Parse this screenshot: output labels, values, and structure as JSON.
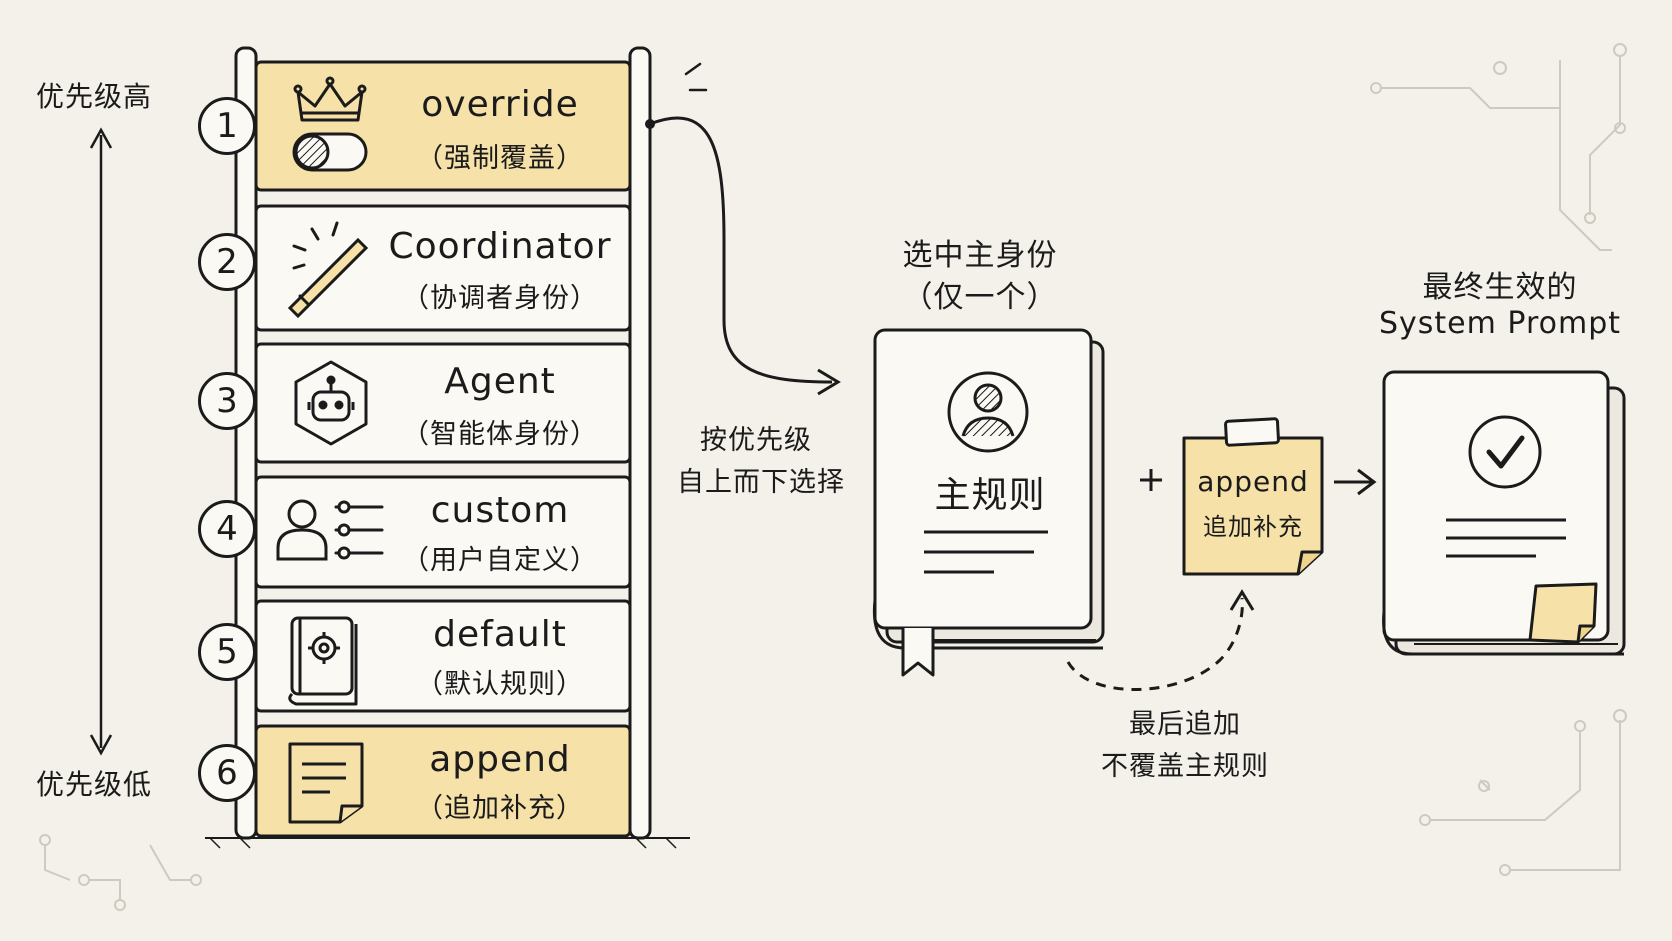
{
  "priority": {
    "high_label": "优先级高",
    "low_label": "优先级低"
  },
  "layers": [
    {
      "num": "1",
      "title": "override",
      "subtitle": "（强制覆盖）",
      "icon": "crown-toggle-icon",
      "highlight": true
    },
    {
      "num": "2",
      "title": "Coordinator",
      "subtitle": "（协调者身份）",
      "icon": "baton-icon",
      "highlight": false
    },
    {
      "num": "3",
      "title": "Agent",
      "subtitle": "（智能体身份）",
      "icon": "robot-hexagon-icon",
      "highlight": false
    },
    {
      "num": "4",
      "title": "custom",
      "subtitle": "（用户自定义）",
      "icon": "user-sliders-icon",
      "highlight": false
    },
    {
      "num": "5",
      "title": "default",
      "subtitle": "（默认规则）",
      "icon": "gear-book-icon",
      "highlight": false
    },
    {
      "num": "6",
      "title": "append",
      "subtitle": "（追加补充）",
      "icon": "sticky-note-icon",
      "highlight": true
    }
  ],
  "selection": {
    "line1": "按优先级",
    "line2": "自上而下选择"
  },
  "main_identity": {
    "caption_line1": "选中主身份",
    "caption_line2": "（仅一个）",
    "book_label": "主规则"
  },
  "append_note": {
    "title": "append",
    "subtitle": "追加补充",
    "caption_line1": "最后追加",
    "caption_line2": "不覆盖主规则"
  },
  "result": {
    "caption_line1": "最终生效的",
    "caption_line2": "System Prompt"
  },
  "operators": {
    "plus": "+",
    "arrow": "→"
  },
  "colors": {
    "highlight": "#f6e2a8",
    "background": "#f4f1ea",
    "ink": "#1b1b1b",
    "paper": "#fbf9f4"
  }
}
